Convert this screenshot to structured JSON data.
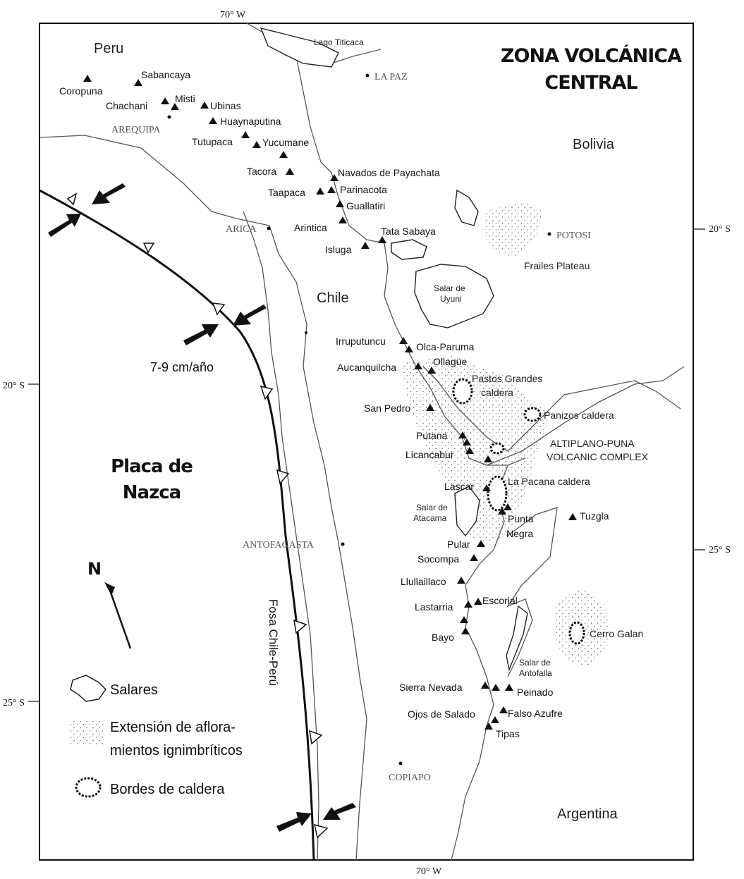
{
  "map": {
    "title_line1": "ZONA VOLCÁNICA",
    "title_line2": "CENTRAL",
    "countries": {
      "peru": "Peru",
      "bolivia": "Bolivia",
      "chile": "Chile",
      "argentina": "Argentina"
    },
    "plate_line1": "Placa de",
    "plate_line2": "Nazca",
    "trench_label": "Fosa Chile-Perú",
    "convergence_rate": "7-9 cm/año",
    "north_label": "N",
    "graticule": {
      "lon_top": "70° W",
      "lon_bottom": "70° W",
      "lat_20_left": "20° S",
      "lat_20_right": "20° S",
      "lat_25_left": "25° S",
      "lat_25_right": "25° S"
    },
    "cities": {
      "la_paz": "LA PAZ",
      "arequipa": "AREQUIPA",
      "arica": "ARICA",
      "potosi": "POTOSI",
      "antofagasta": "ANTOFAGASTA",
      "copiapo": "COPIAPO"
    },
    "features": {
      "lago_titicaca": "Lago Titicaca",
      "salar_uyuni_1": "Salar de",
      "salar_uyuni_2": "Uyuni",
      "salar_atacama_1": "Salar de",
      "salar_atacama_2": "Atacama",
      "salar_antofalla_1": "Salar de",
      "salar_antofalla_2": "Antofalla",
      "frailes": "Frailes Plateau",
      "apvc_1": "ALTIPLANO-PUNA",
      "apvc_2": "VOLCANIC COMPLEX"
    },
    "calderas": {
      "pastos_1": "Pastos Grandes",
      "pastos_2": "caldera",
      "panizos": "Panizos caldera",
      "pacana": "La Pacana caldera",
      "galan": "Cerro Galan"
    },
    "volcanoes": {
      "coropuna": "Coropuna",
      "sabancaya": "Sabancaya",
      "chachani": "Chachani",
      "misti": "Misti",
      "ubinas": "Ubinas",
      "huaynaputina": "Huaynaputina",
      "tutupaca": "Tutupaca",
      "yucumane": "Yucumane",
      "tacora": "Tacora",
      "payachata": "Navados de Payachata",
      "taapaca": "Taapaca",
      "parinacota": "Parinacota",
      "guallatiri": "Guallatiri",
      "arintica": "Arintica",
      "tata_sabaya": "Tata Sabaya",
      "isluga": "Isluga",
      "irruputuncu": "Irruputuncu",
      "olca": "Olca-Paruma",
      "ollague": "Ollagüe",
      "aucanquilcha": "Aucanquilcha",
      "san_pedro": "San Pedro",
      "putana": "Putana",
      "licancabur": "Licancabur",
      "lascar": "Lascar",
      "punta_1": "Punta",
      "punta_2": "Negra",
      "tuzgle": "Tuzgla",
      "pular": "Pular",
      "socompa": "Socompa",
      "llullaillaco": "Llullaillaco",
      "lastarria": "Lastarria",
      "escorial": "Escorial",
      "bayo": "Bayo",
      "sierra_nevada": "Sierra Nevada",
      "peinado": "Peinado",
      "ojos": "Ojos de Salado",
      "falso": "Falso Azufre",
      "tipas": "Tipas"
    },
    "legend": {
      "salares": "Salares",
      "ign_1": "Extensión de aflora-",
      "ign_2": "mientos ignimbríticos",
      "caldera": "Bordes de caldera"
    },
    "colors": {
      "ink": "#111111",
      "line": "#555555",
      "background": "#ffffff"
    }
  }
}
